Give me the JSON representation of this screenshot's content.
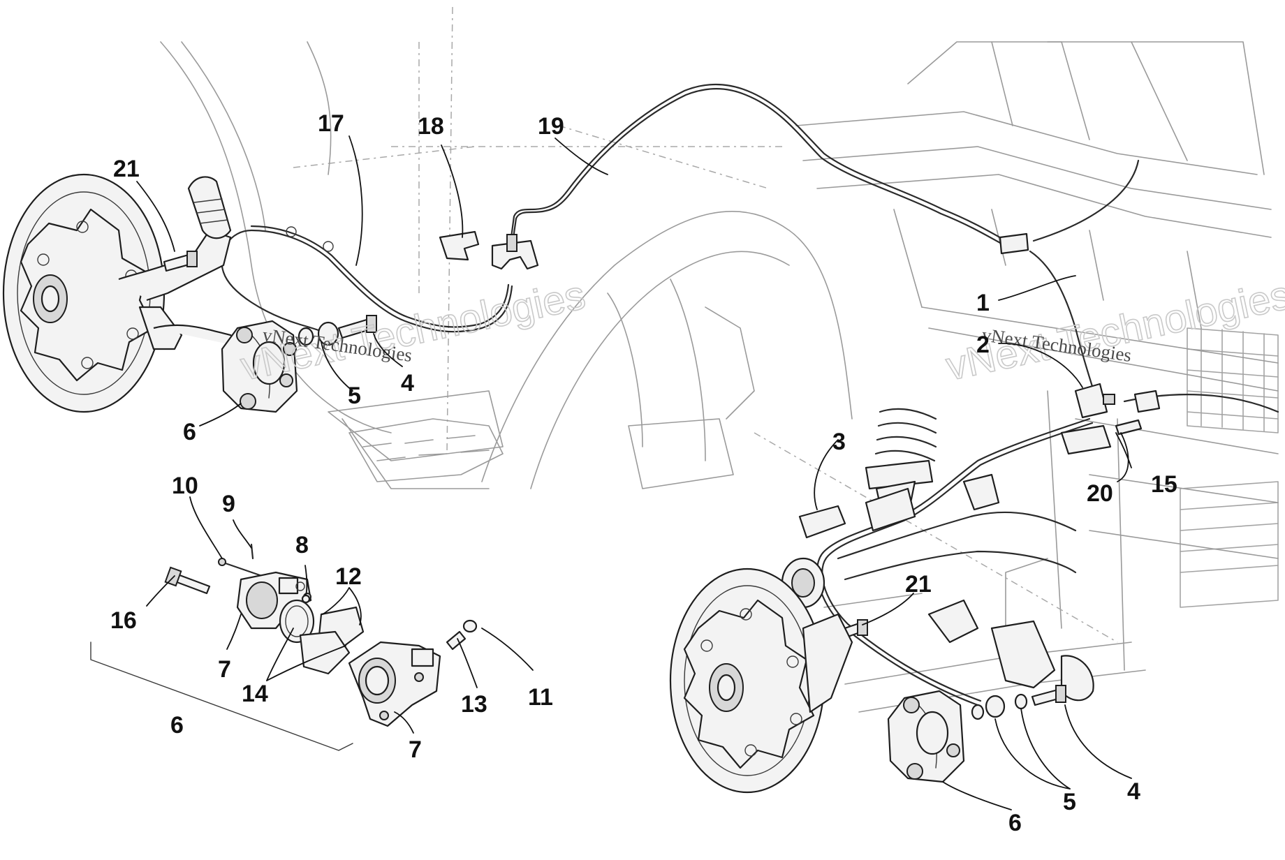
{
  "callouts": {
    "c1": "1",
    "c2": "2",
    "c3": "3",
    "c4a": "4",
    "c4b": "4",
    "c5a": "5",
    "c5b": "5",
    "c6a": "6",
    "c6b": "6",
    "c6c": "6",
    "c7a": "7",
    "c7b": "7",
    "c8": "8",
    "c9": "9",
    "c10": "10",
    "c11": "11",
    "c12": "12",
    "c13": "13",
    "c14": "14",
    "c15": "15",
    "c16": "16",
    "c17": "17",
    "c18": "18",
    "c19": "19",
    "c20": "20",
    "c21a": "21",
    "c21b": "21"
  },
  "watermark": {
    "small_left": "vNext Technologies",
    "small_right": "vNext Technologies",
    "big_left": "vNext Technologies",
    "big_right": "vNext Technologies"
  }
}
